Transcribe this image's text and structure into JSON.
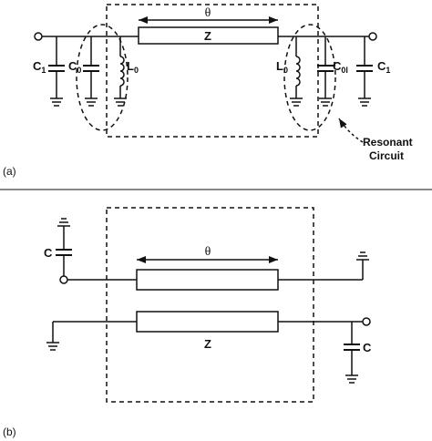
{
  "panel_a": {
    "tag": "(a)",
    "theta": "θ",
    "line": "Z",
    "c1_left": {
      "main": "C",
      "sub": "1"
    },
    "c0_left": {
      "main": "C",
      "sub": "0"
    },
    "l0_left": {
      "main": "L",
      "sub": "0"
    },
    "l0_right": {
      "main": "L",
      "sub": "0"
    },
    "c0_right": {
      "main": "C",
      "sub": "0l"
    },
    "c1_right": {
      "main": "C",
      "sub": "1"
    },
    "annotation_line1": "Resonant",
    "annotation_line2": "Circuit"
  },
  "panel_b": {
    "tag": "(b)",
    "theta": "θ",
    "line": "Z",
    "cap_top_left": "C",
    "cap_bottom_right": "C"
  }
}
